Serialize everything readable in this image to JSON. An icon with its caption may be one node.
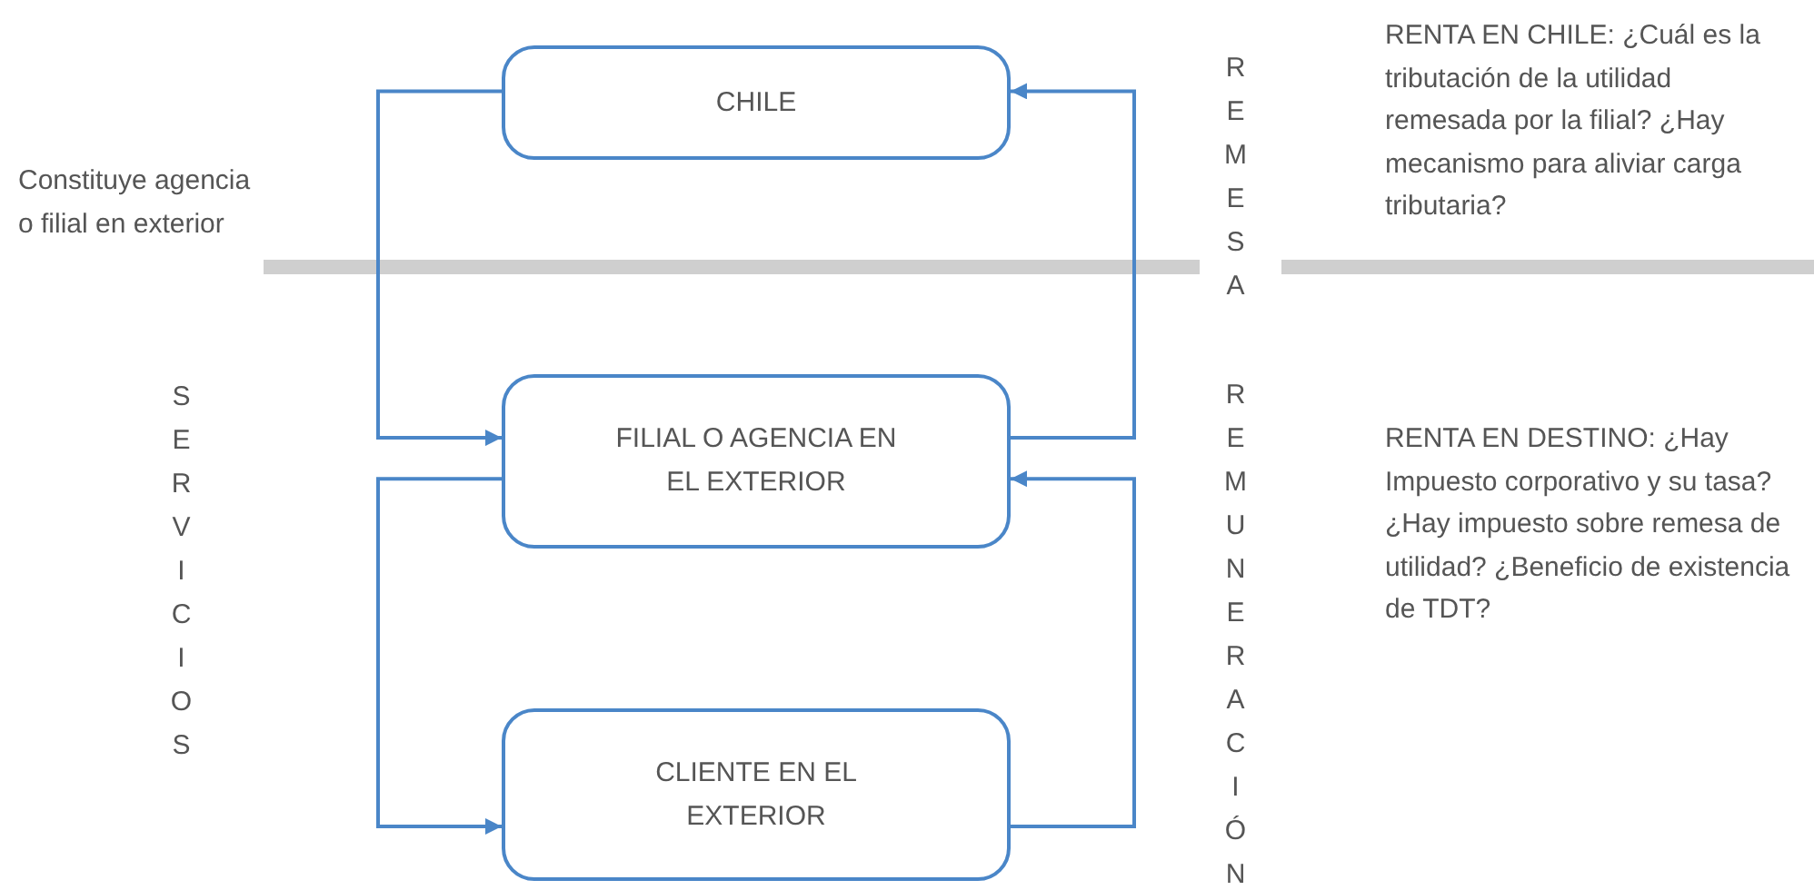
{
  "diagram": {
    "nodes": [
      {
        "text": [
          "CHILE"
        ]
      },
      {
        "text": [
          "FILIAL O AGENCIA EN EL EXTERIOR"
        ]
      },
      {
        "text": [
          "CLIENTE EN EL EXTERIOR"
        ]
      }
    ],
    "edges": [
      {
        "from": 0,
        "to": 1,
        "arrow": "to"
      },
      {
        "from": 1,
        "to": 0,
        "arrow": "to"
      },
      {
        "from": 1,
        "to": 2,
        "arrow": "to"
      },
      {
        "from": 2,
        "to": 1,
        "arrow": "to"
      }
    ],
    "labels": [
      "Constituye agencia o filial en exterior",
      "SERVICIOS",
      "REMESA",
      "REMUNERACIÓN",
      "RENTA EN CHILE: ¿Cuál es la tributación de la utilidad remesada por la filial? ¿Hay mecanismo para aliviar carga tributaria?",
      "RENTA EN DESTINO: ¿Hay Impuesto corporativo y su tasa? ¿Hay impuesto sobre remesa de utilidad? ¿Beneficio de existencia de TDT?"
    ]
  }
}
